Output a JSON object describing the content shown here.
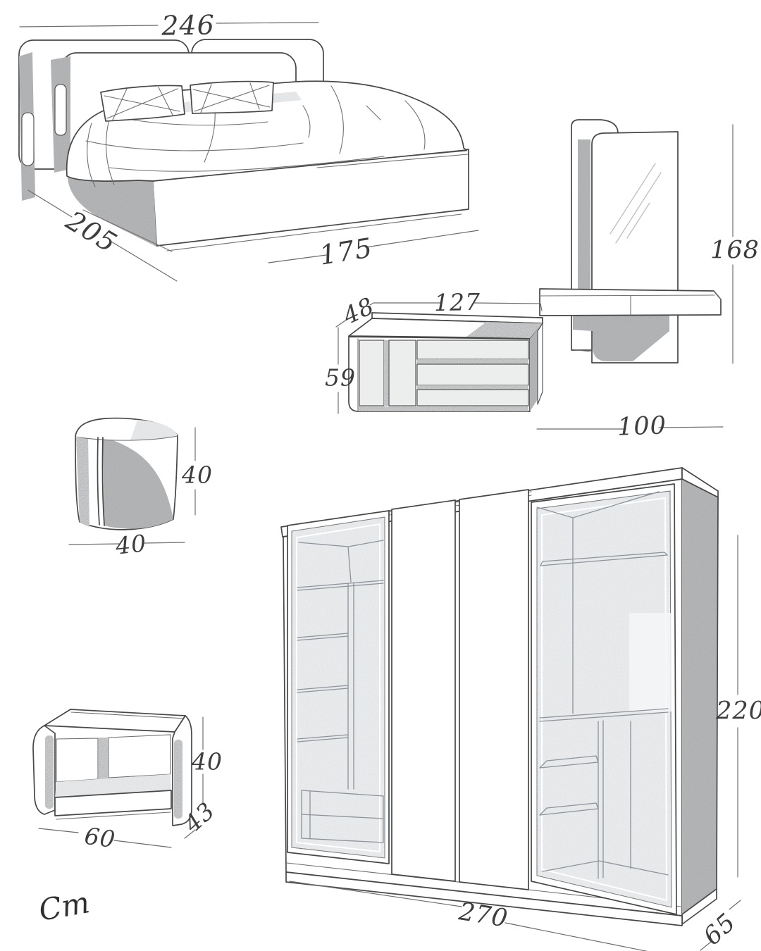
{
  "unit": {
    "label": "Cm"
  },
  "dims": {
    "bed": {
      "width": "246",
      "depth": "205",
      "front_width": "175"
    },
    "vanity": {
      "height": "168",
      "width": "100"
    },
    "dresser": {
      "depth": "48",
      "width": "127",
      "height": "59"
    },
    "pouf": {
      "height": "40",
      "width": "40"
    },
    "nightstand": {
      "height": "40",
      "depth": "43",
      "width": "60"
    },
    "wardrobe": {
      "height": "220",
      "width": "270",
      "depth": "65"
    }
  },
  "colors": {
    "ink": "#474747",
    "dimension_line": "#6a6a6a",
    "label_text": "#3d3d3d",
    "stipple_dark": "#b5b7b8",
    "stipple_medium": "#d0d2d3",
    "stipple_light": "#e6e8ea",
    "glass_tint": "#e9ebed",
    "background": "#ffffff"
  },
  "items": [
    "bed",
    "vanity-mirror",
    "dresser",
    "pouf",
    "nightstand",
    "wardrobe"
  ]
}
